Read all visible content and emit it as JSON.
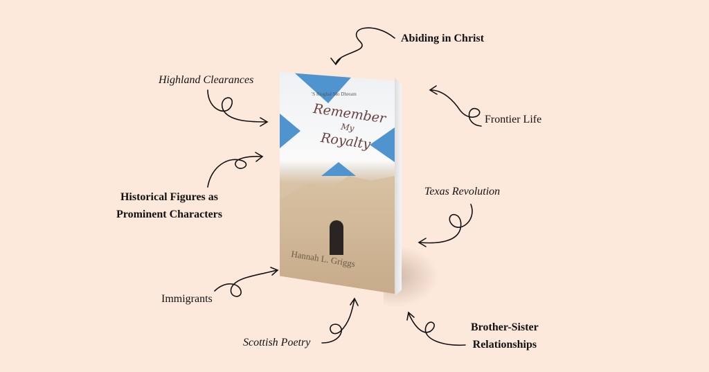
{
  "book": {
    "subtitle": "'S Rioghal Mo Dhream",
    "title_line1": "Remember",
    "title_line2": "My",
    "title_line3": "Royalty",
    "author": "Hannah L. Griggs"
  },
  "themes": {
    "abiding": "Abiding in Christ",
    "highland": "Highland Clearances",
    "frontier": "Frontier Life",
    "historical": "Historical Figures as",
    "historical2": "Prominent Characters",
    "texas": "Texas Revolution",
    "immigrants": "Immigrants",
    "poetry": "Scottish Poetry",
    "brother": "Brother-Sister",
    "brother2": "Relationships"
  },
  "colors": {
    "background": "#fde9dc",
    "flag_blue": "#4f93cf"
  }
}
